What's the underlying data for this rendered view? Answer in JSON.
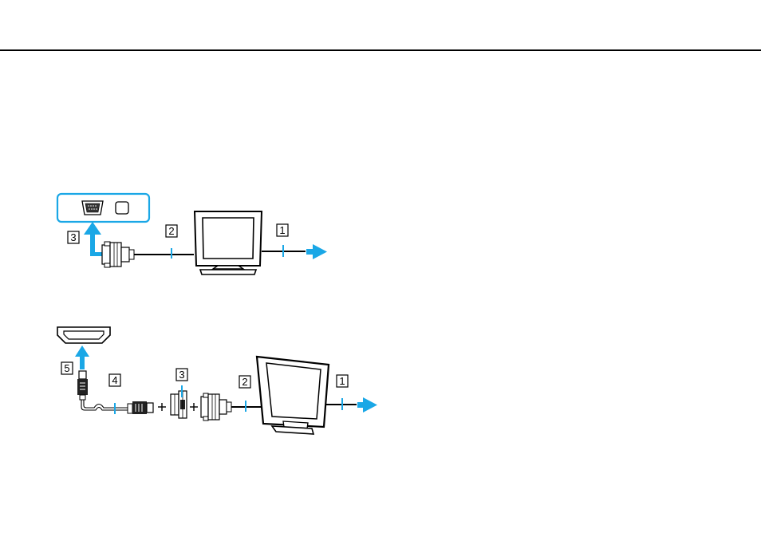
{
  "colors": {
    "accent": "#1aa7e6",
    "line": "#000000",
    "background": "#ffffff"
  },
  "diagram_vga": {
    "callouts": {
      "power_cord": "1",
      "monitor_cable": "2",
      "monitor_port": "3"
    }
  },
  "diagram_hdmi": {
    "callouts": {
      "power_cord": "1",
      "monitor_cable": "2",
      "adapter": "3",
      "hdmi_cable": "4",
      "hdmi_port": "5"
    }
  }
}
